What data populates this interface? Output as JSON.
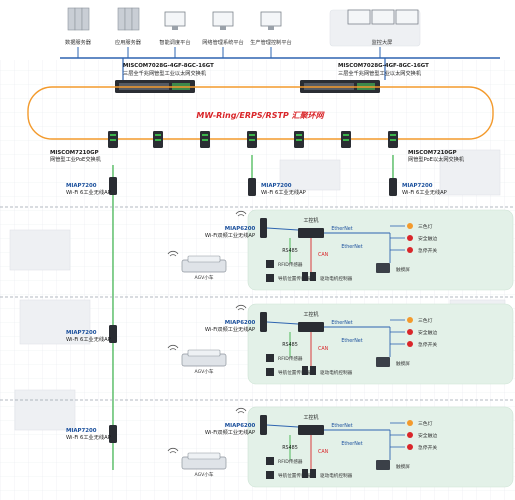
{
  "top_servers": [
    {
      "label": "数据服务器"
    },
    {
      "label": "应用服务器"
    },
    {
      "label": "智能调度平台"
    },
    {
      "label": "网络管理系统平台"
    },
    {
      "label": "生产管理控制平台"
    },
    {
      "label": "监控大屏"
    }
  ],
  "core_switches": [
    {
      "model": "MISCOM7028G-4GF-8GC-16GT",
      "desc": "三层全千兆网管型工业以太网交换机"
    },
    {
      "model": "MISCOM7028G-4GF-8GC-16GT",
      "desc": "三层全千兆网管型工业以太网交换机"
    }
  ],
  "ring": {
    "label": "MW-Ring/ERPS/RSTP 汇聚环网"
  },
  "poe_switches": [
    {
      "model": "MISCOM7210GP",
      "desc": "网管型工业PoE交换机"
    },
    {
      "model": "MISCOM7210GP",
      "desc": "网管型PoE以太网交换机"
    }
  ],
  "ap_labels": [
    {
      "model": "MIAP7200",
      "desc": "Wi-Fi 6工业无线AP"
    },
    {
      "model": "MIAP7200",
      "desc": "Wi-Fi 6工业无线AP"
    },
    {
      "model": "MIAP7200",
      "desc": "Wi-Fi 6工业无线AP"
    },
    {
      "model": "MIAP7200",
      "desc": "Wi-Fi 6工业无线AP"
    },
    {
      "model": "MIAP7200",
      "desc": "Wi-Fi 6工业无线AP"
    }
  ],
  "cells": [
    {
      "ap_model": "MIAP6200",
      "ap_desc": "Wi-Fi双频工业无线AP",
      "ipc": "工控机",
      "ethernet": "EtherNet",
      "rs485": "RS485",
      "can": "CAN",
      "agv": "AGV小车",
      "rfid": "RFID传感器",
      "nav": "导航位置传感器",
      "motor": "驱动电机控制器",
      "ind": [
        "三色灯",
        "安全触边",
        "急停开关"
      ],
      "touch": "触摸屏"
    },
    {
      "ap_model": "MIAP6200",
      "ap_desc": "Wi-Fi双频工业无线AP",
      "ipc": "工控机",
      "ethernet": "EtherNet",
      "rs485": "RS485",
      "can": "CAN",
      "agv": "AGV小车",
      "rfid": "RFID传感器",
      "nav": "导航位置传感器",
      "motor": "驱动电机控制器",
      "ind": [
        "三色灯",
        "安全触边",
        "急停开关"
      ],
      "touch": "触摸屏"
    },
    {
      "ap_model": "MIAP6200",
      "ap_desc": "Wi-Fi双频工业无线AP",
      "ipc": "工控机",
      "ethernet": "EtherNet",
      "rs485": "RS485",
      "can": "CAN",
      "agv": "AGV小车",
      "rfid": "RFID传感器",
      "nav": "导航位置传感器",
      "motor": "驱动电机控制器",
      "ind": [
        "三色灯",
        "安全触边",
        "急停开关"
      ],
      "touch": "触摸屏"
    }
  ],
  "colors": {
    "ring": "#f39a2c",
    "bus": "#2e64b0",
    "green_link": "#3bb34a",
    "red_link": "#d9262a",
    "cell_bg": "#e3f1e8",
    "label_blue": "#1a4f9c"
  }
}
